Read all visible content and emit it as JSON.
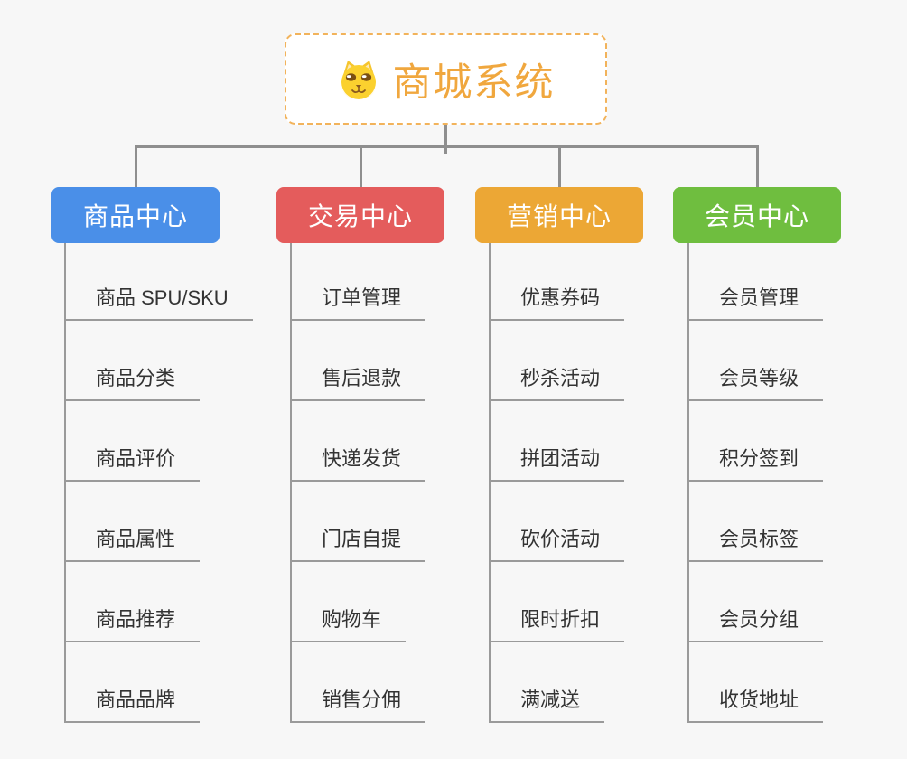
{
  "root": {
    "title": "商城系统",
    "icon": "shiba-dog-icon"
  },
  "branches": [
    {
      "label": "商品中心",
      "color": "#4a8fe8",
      "items": [
        "商品 SPU/SKU",
        "商品分类",
        "商品评价",
        "商品属性",
        "商品推荐",
        "商品品牌"
      ]
    },
    {
      "label": "交易中心",
      "color": "#e45c5c",
      "items": [
        "订单管理",
        "售后退款",
        "快递发货",
        "门店自提",
        "购物车",
        "销售分佣"
      ]
    },
    {
      "label": "营销中心",
      "color": "#eca735",
      "items": [
        "优惠券码",
        "秒杀活动",
        "拼团活动",
        "砍价活动",
        "限时折扣",
        "满减送"
      ]
    },
    {
      "label": "会员中心",
      "color": "#6fbe3f",
      "items": [
        "会员管理",
        "会员等级",
        "积分签到",
        "会员标签",
        "会员分组",
        "收货地址"
      ]
    }
  ],
  "colors": {
    "background": "#f7f7f7",
    "accent_title": "#f0a73e",
    "root_border": "#f2b35b",
    "connector_line": "#8f8f8f",
    "underline": "#9a9a9a",
    "item_text": "#333333"
  }
}
